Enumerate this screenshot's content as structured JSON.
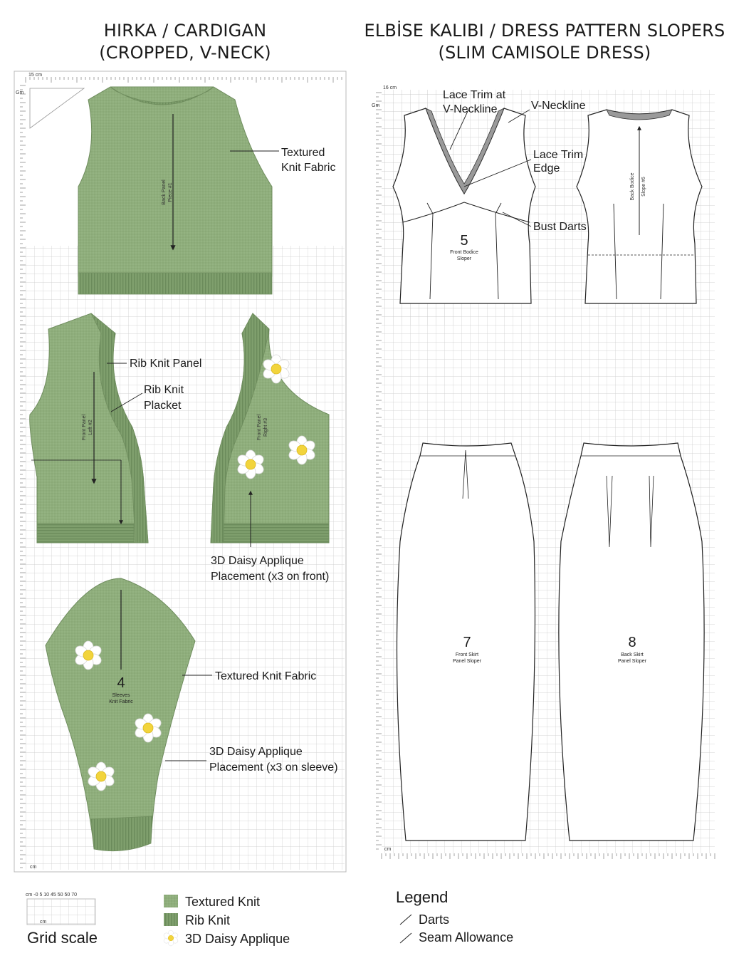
{
  "titles": {
    "left_line1": "HIRKA / CARDIGAN",
    "left_line2": "(CROPPED, V-NECK)",
    "right_line1": "ELBİSE KALIBI / DRESS PATTERN SLOPERS",
    "right_line2": "(SLIM CAMISOLE DRESS)"
  },
  "colors": {
    "knit": "#8fae7c",
    "rib": "#7f9f6d",
    "grid_line": "#c9c9c9",
    "outline": "#222222",
    "daisy_petal": "#ffffff",
    "daisy_center": "#f2d43c"
  },
  "cardigan": {
    "ruler_top_unit": "15 cm",
    "ruler_left_unit": "Gm",
    "ruler_bottom_unit": "cm",
    "labels": {
      "textured_knit_back": [
        "Textured",
        "Knit Fabric"
      ],
      "rib_knit_panel": "Rib Knit Panel",
      "rib_knit_placket": [
        "Rib Knit",
        "Placket"
      ],
      "daisy_front": [
        "3D Daisy Applique",
        "Placement (x3 on front)"
      ],
      "textured_knit_sleeve": "Textured Knit Fabric",
      "daisy_sleeve": [
        "3D Daisy Applique",
        "Placement (x3 on sleeve)"
      ]
    },
    "back_panel_text": [
      "Back Panel",
      "Piece #1"
    ],
    "left_front_text": [
      "Front Panel",
      "Left #2"
    ],
    "right_front_text": [
      "Front Panel",
      "Right #3"
    ],
    "sleeve_number": "4",
    "sleeve_text": [
      "Sleeves",
      "Knit Fabric"
    ]
  },
  "dress": {
    "ruler_top_unit": "16 cm",
    "ruler_left_unit": "Gm",
    "ruler_bottom_unit": "cm",
    "labels": {
      "lace_trim_neckline": [
        "Lace Trim at",
        "V-Neckline"
      ],
      "v_neckline": "V-Neckline",
      "lace_trim_edge": [
        "Lace Trim",
        "Edge"
      ],
      "bust_darts": "Bust Darts"
    },
    "front_bodice": {
      "number": "5",
      "text": [
        "Front Bodice",
        "Sloper"
      ]
    },
    "back_bodice_text": [
      "Back Bodice",
      "Slope #6"
    ],
    "front_skirt": {
      "number": "7",
      "text": [
        "Front Skirt",
        "Panel Sloper"
      ]
    },
    "back_skirt": {
      "number": "8",
      "text": [
        "Back Skirt",
        "Panel Sloper"
      ]
    }
  },
  "legend_left": {
    "grid_scale_label": "Grid scale",
    "scale_ticks": "cm -0   5   10   45   50   50   70",
    "scale_unit": "cm",
    "items": [
      {
        "swatch": "textured",
        "label": "Textured Knit"
      },
      {
        "swatch": "rib",
        "label": "Rib Knit"
      },
      {
        "swatch": "daisy",
        "label": "3D Daisy Applique"
      }
    ]
  },
  "legend_right": {
    "title": "Legend",
    "items": [
      {
        "label": "Darts"
      },
      {
        "label": "Seam Allowance"
      }
    ]
  }
}
